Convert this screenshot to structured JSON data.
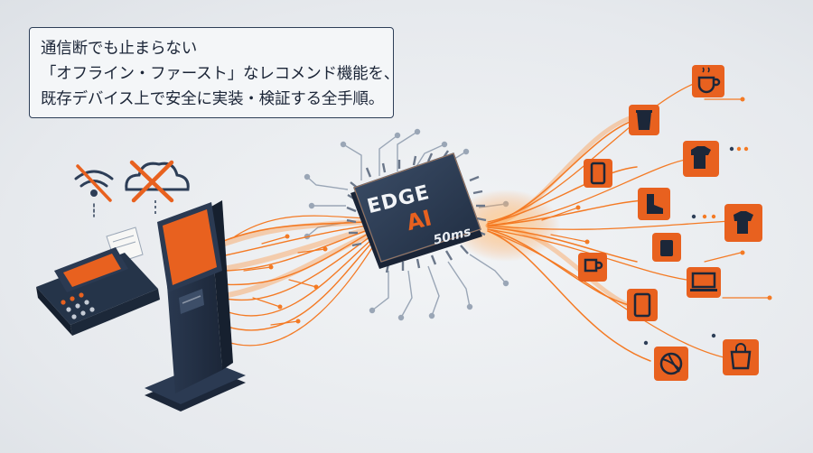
{
  "caption": {
    "lines": [
      "通信断でも止まらない",
      "「オフライン・ファースト」なレコメンド機能を、",
      "既存デバイス上で安全に実装・検証する全手順。"
    ]
  },
  "chip": {
    "title": "EDGE",
    "ai": "AI",
    "latency": "50ms"
  },
  "colors": {
    "accent": "#e8611f",
    "navy": "#2d3e57",
    "background": "#e9ecf0"
  },
  "icons": {
    "offline": [
      "wifi-off-icon",
      "cloud-off-icon"
    ],
    "devices": [
      "payment-terminal",
      "self-service-kiosk"
    ],
    "products": [
      "coffee-cup-icon",
      "takeaway-cup-icon",
      "tshirt-icon",
      "smartphone-icon",
      "boot-icon",
      "shirt-icon",
      "mug-icon",
      "bag-icon",
      "laptop-icon",
      "phone-icon",
      "ball-icon",
      "shopping-bag-icon"
    ]
  }
}
